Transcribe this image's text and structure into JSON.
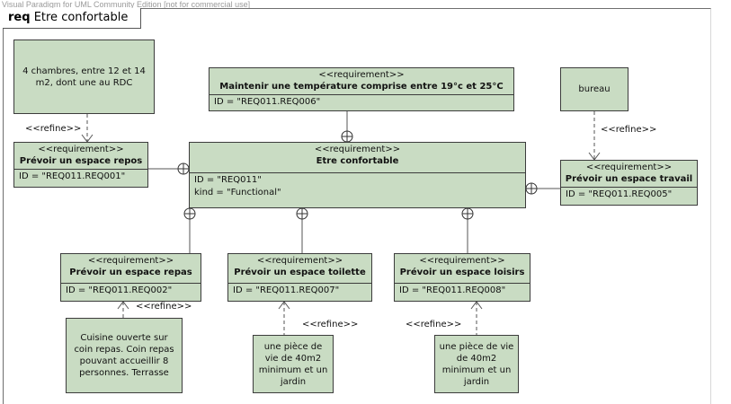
{
  "watermark": "Visual Paradigm for UML Community Edition [not for commercial use]",
  "frame": {
    "keyword": "req",
    "name": "Etre confortable"
  },
  "stereotype": "<<requirement>>",
  "refine_label": "<<refine>>",
  "requirements": {
    "main": {
      "name": "Etre confortable",
      "id": "ID = \"REQ011\"",
      "kind": "kind = \"Functional\""
    },
    "temperature": {
      "name": "Maintenir une température comprise entre 19°c et 25°C",
      "id": "ID = \"REQ011.REQ006\""
    },
    "repos": {
      "name": "Prévoir un espace repos",
      "id": "ID = \"REQ011.REQ001\""
    },
    "travail": {
      "name": "Prévoir un espace travail",
      "id": "ID = \"REQ011.REQ005\""
    },
    "repas": {
      "name": "Prévoir un espace repas",
      "id": "ID = \"REQ011.REQ002\""
    },
    "toilette": {
      "name": "Prévoir un espace toilette",
      "id": "ID = \"REQ011.REQ007\""
    },
    "loisirs": {
      "name": "Prévoir un espace loisirs",
      "id": "ID = \"REQ011.REQ008\""
    }
  },
  "notes": {
    "chambres": "4 chambres, entre 12 et 14 m2, dont une au RDC",
    "bureau": "bureau",
    "cuisine": "Cuisine ouverte sur coin repas. Coin repas pouvant accueillir 8 personnes. Terrasse",
    "toilette": "une pièce de vie de 40m2 minimum et un jardin",
    "loisirs": "une pièce de vie de 40m2 minimum et un jardin"
  },
  "colors": {
    "fill": "#c9dcc3",
    "border": "#3c3c3c",
    "line": "#555555"
  }
}
